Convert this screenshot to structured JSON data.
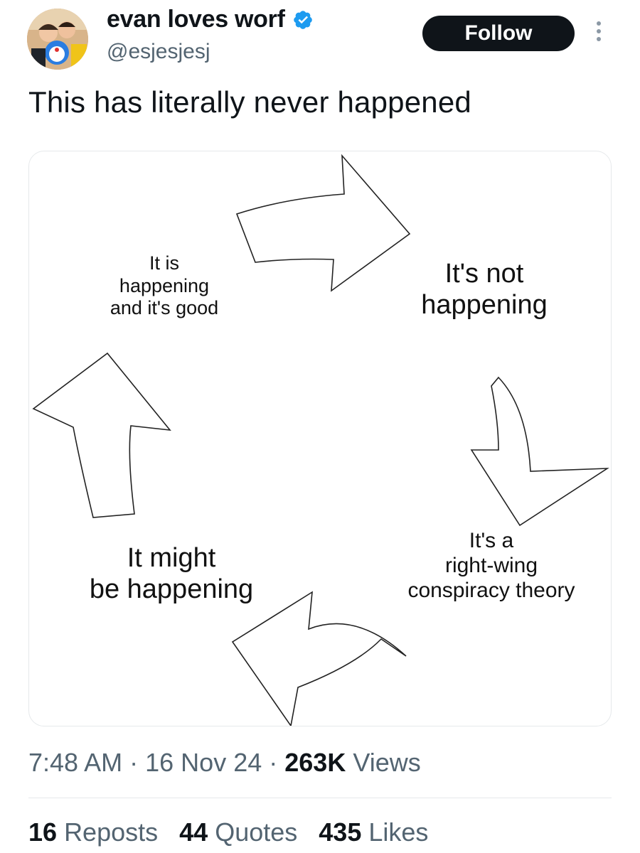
{
  "author": {
    "display_name": "evan loves worf",
    "handle": "@esjesjesj",
    "verified": true
  },
  "actions": {
    "follow_label": "Follow",
    "more_icon": "more-vertical-icon"
  },
  "tweet": {
    "text": "This has literally never happened",
    "image_labels": {
      "top_left": "It is\nhappening\nand it's good",
      "top_right": "It's not\nhappening",
      "bottom_right": "It's a\nright-wing\nconspiracy theory",
      "bottom_left": "It might\nbe happening"
    }
  },
  "meta": {
    "time": "7:48 AM",
    "sep1": "·",
    "date": "16 Nov 24",
    "sep2": "·",
    "views_count": "263K",
    "views_label": "Views"
  },
  "stats": {
    "reposts_count": "16",
    "reposts_label": "Reposts",
    "quotes_count": "44",
    "quotes_label": "Quotes",
    "likes_count": "435",
    "likes_label": "Likes"
  },
  "colors": {
    "text_primary": "#0f1419",
    "text_secondary": "#536471",
    "verified_blue": "#1d9bf0",
    "follow_bg": "#0f1419"
  }
}
